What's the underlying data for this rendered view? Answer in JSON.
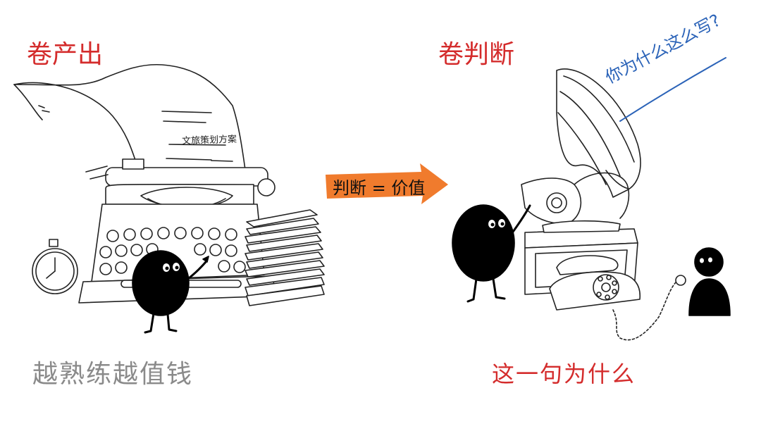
{
  "left_panel": {
    "title": "卷产出",
    "document_text": "文旅策划方案",
    "caption": "越熟练越值钱"
  },
  "center_arrow": {
    "label": "判断 = 价值",
    "color": "#f07b2d"
  },
  "right_panel": {
    "title": "卷判断",
    "speech_text": "你为什么这么写?",
    "caption": "这一句为什么"
  },
  "colors": {
    "accent_red": "#d42c2c",
    "caption_gray": "#8a8a8a",
    "speech_blue": "#2b63b8",
    "ink": "#111111"
  }
}
